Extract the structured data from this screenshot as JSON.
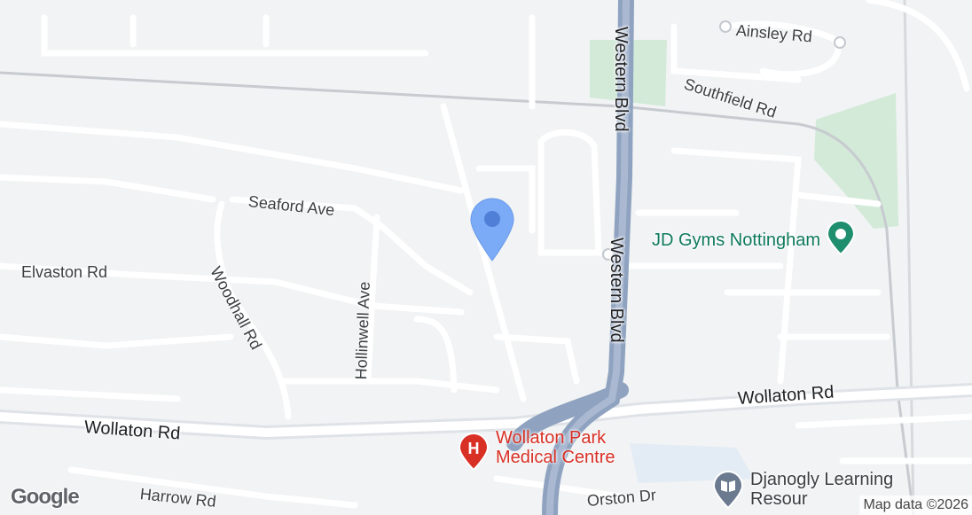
{
  "map": {
    "roads": {
      "western_blvd_north": "Western Blvd",
      "western_blvd_south": "Western Blvd",
      "ainsley_rd": "Ainsley Rd",
      "southfield_rd": "Southfield Rd",
      "seaford_ave": "Seaford Ave",
      "elvaston_rd": "Elvaston Rd",
      "woodhall_rd": "Woodhall Rd",
      "hollinwell_ave": "Hollinwell Ave",
      "wollaton_rd_west": "Wollaton Rd",
      "wollaton_rd_east": "Wollaton Rd",
      "harrow_rd": "Harrow Rd",
      "orston_dr": "Orston Dr"
    },
    "pois": {
      "gym": {
        "name": "JD Gyms Nottingham",
        "icon": "gym-pin-icon",
        "color": "#1e8e6e"
      },
      "hospital": {
        "line1": "Wollaton Park",
        "line2": "Medical Centre",
        "icon": "hospital-pin-icon",
        "color": "#d93025",
        "glyph": "H"
      },
      "learning": {
        "line1": "Djanogly Learning",
        "line2": "Resour",
        "icon": "book-pin-icon",
        "color": "#6b7a8f"
      }
    },
    "location_pin": {
      "icon": "location-pin-icon",
      "color": "#7baaf7"
    },
    "logo": "Google",
    "attribution": "Map data ©2026",
    "colors": {
      "background": "#f1f3f4",
      "park": "#d3ead8",
      "major_road": "#8fa3c0",
      "street": "#ffffff"
    }
  }
}
